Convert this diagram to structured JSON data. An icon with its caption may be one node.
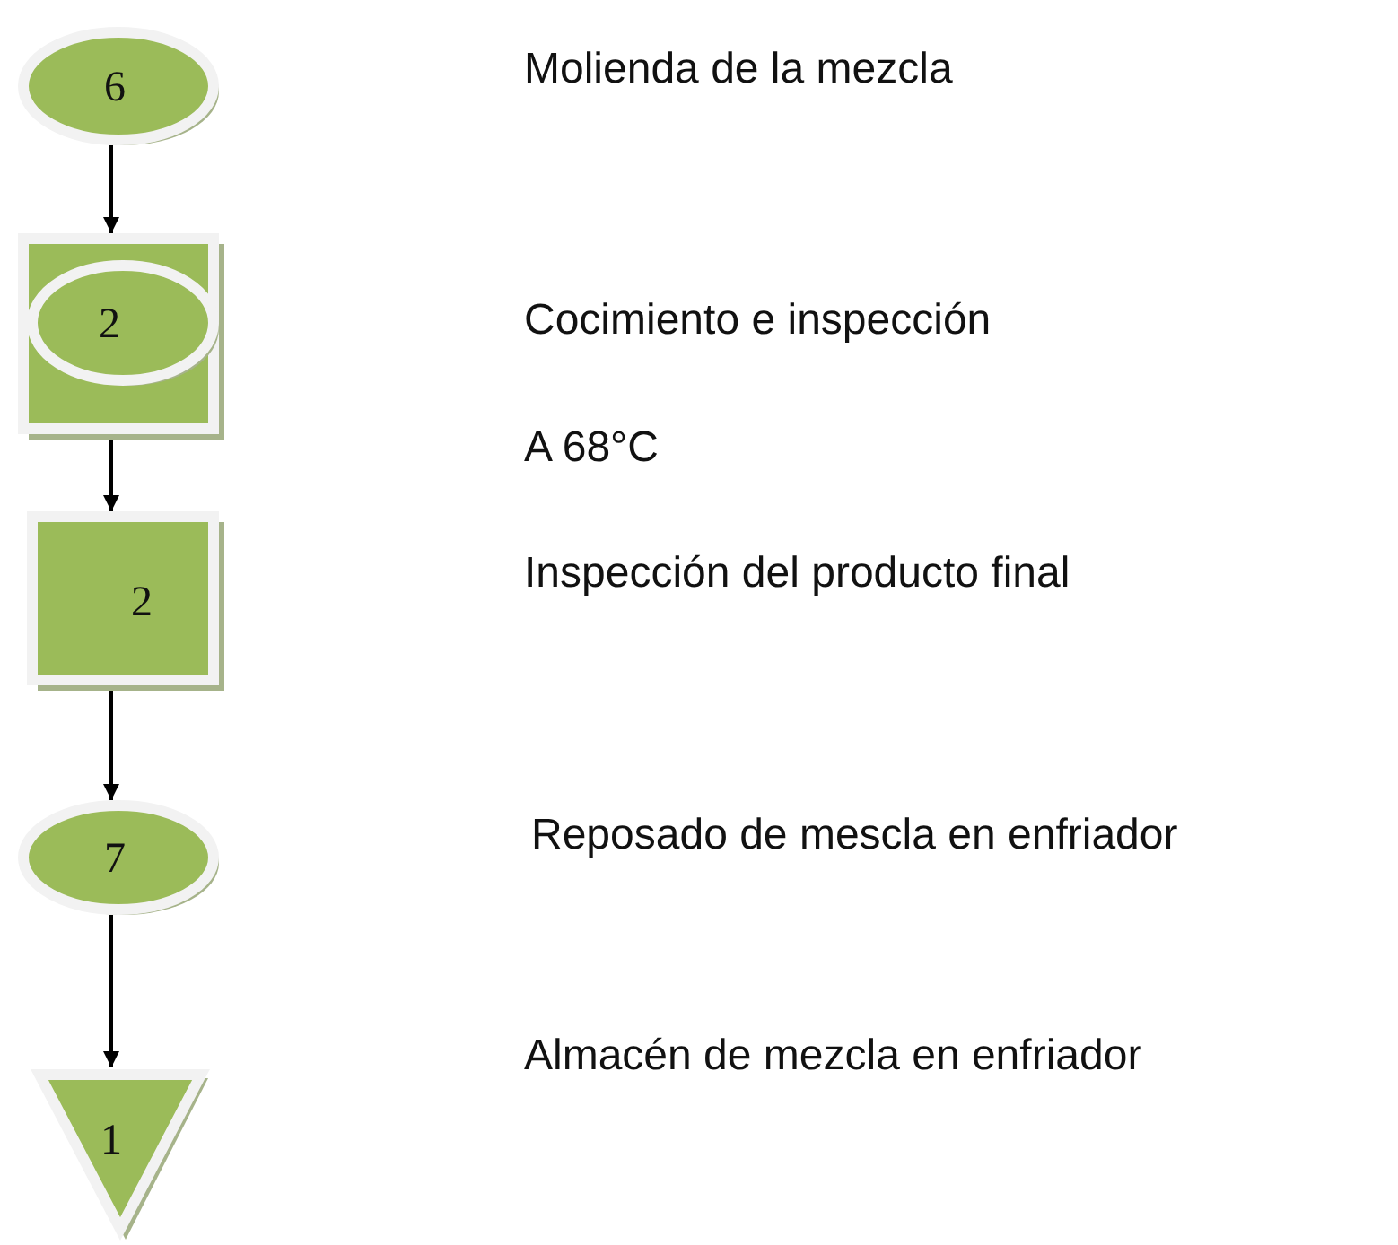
{
  "diagram": {
    "nodes": [
      {
        "text": [
          "6"
        ]
      },
      {
        "text": [],
        "shape": "box"
      },
      {
        "text": [
          "2"
        ],
        "in": 1
      },
      {
        "text": [
          "2"
        ]
      },
      {
        "text": [
          "7"
        ]
      },
      {
        "text": [
          "1"
        ]
      }
    ],
    "edges": [
      {
        "from": 0,
        "to": 1,
        "arrow": "to"
      },
      {
        "from": 1,
        "to": 3,
        "arrow": "to"
      },
      {
        "from": 3,
        "to": 4,
        "arrow": "to"
      },
      {
        "from": 4,
        "to": 5,
        "arrow": "to"
      }
    ],
    "labels": [
      "Molienda de la mezcla",
      "Cocimiento e inspección",
      "A 68°C",
      "Inspección del producto final",
      "Reposado de mescla en enfriador",
      "Almacén de mezcla en enfriador"
    ]
  }
}
